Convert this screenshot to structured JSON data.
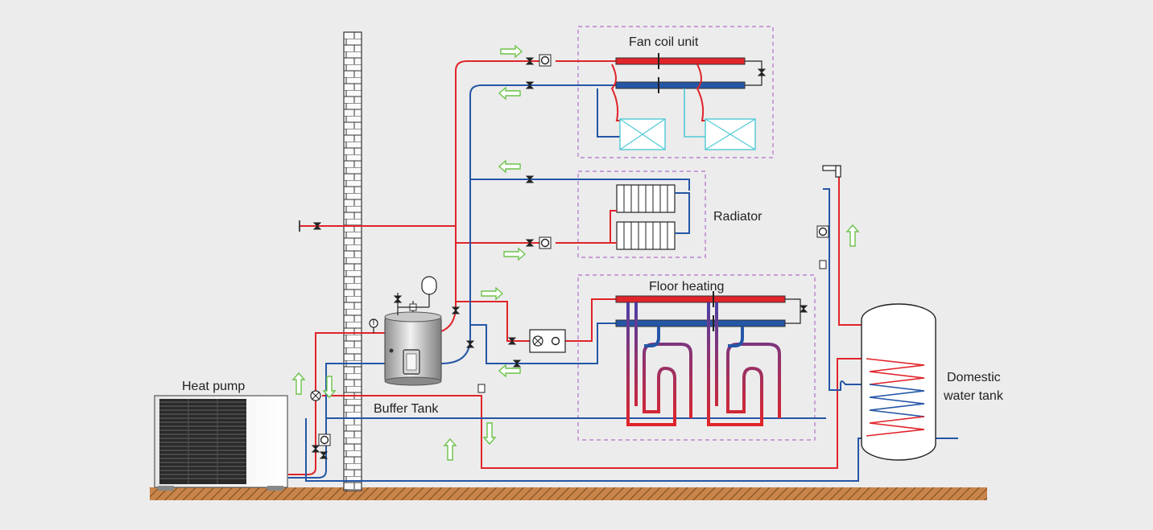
{
  "labels": {
    "fan_coil": "Fan coil unit",
    "radiator": "Radiator",
    "floor_heating": "Floor heating",
    "buffer_tank": "Buffer Tank",
    "heat_pump": "Heat pump",
    "domestic_line1": "Domestic",
    "domestic_line2": "water tank"
  },
  "colors": {
    "background": "#ececec",
    "supply_pipe": "#e0242a",
    "return_pipe": "#2456a6",
    "flow_arrow": "#6cc24a",
    "zone_border": "#b070c8",
    "coil_cyan": "#4fc9d6",
    "ground": "#c8844a"
  },
  "icons": [
    "valve-icon",
    "pump-icon",
    "mixing-valve-icon",
    "expansion-vessel-icon",
    "pressure-gauge-icon",
    "tap-icon",
    "flow-arrow-icon"
  ]
}
